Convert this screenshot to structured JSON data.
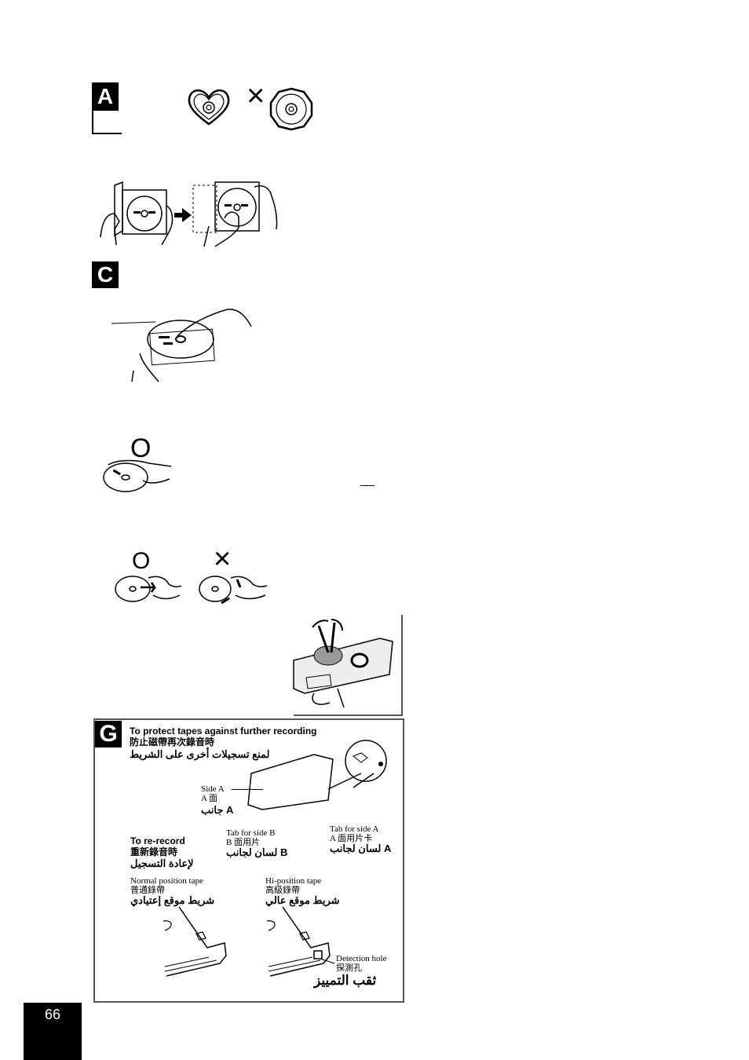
{
  "sections": {
    "a": {
      "badge": "A",
      "ok_mark": "",
      "ng_mark": "×"
    },
    "c": {
      "badge": "C"
    },
    "holding": {
      "ok_mark": "O"
    },
    "wiping": {
      "ok_mark": "O",
      "ng_mark": "×"
    },
    "g": {
      "badge": "G",
      "title_en": "To protect tapes against further recording",
      "title_zh": "防止磁帶再次錄音時",
      "title_ar": "لمنع تسجيلات أخرى على الشريط",
      "side_a_en": "Side A",
      "side_a_zh": "A 面",
      "side_a_ar": "جانب A",
      "rerecord_en": "To re-record",
      "rerecord_zh": "重新錄音時",
      "rerecord_ar": "لإعادة التسجيل",
      "tab_b_en": "Tab for side B",
      "tab_b_zh": "B 面用片",
      "tab_b_ar": "لسان لجانب B",
      "tab_a_en": "Tab for side A",
      "tab_a_zh": "A 面用片卡",
      "tab_a_ar": "لسان لجانب A",
      "normal_en": "Normal position tape",
      "normal_zh": "普通錄帶",
      "normal_ar": "شريط موقع إعتيادي",
      "hi_en": "Hi-position tape",
      "hi_zh": "高級錄帶",
      "hi_ar": "شريط موقع عالي",
      "detect_en": "Detection hole",
      "detect_zh": "探測孔",
      "detect_ar": "ثقب التمييز"
    }
  },
  "page_number": "66",
  "colors": {
    "ink": "#000000",
    "paper": "#ffffff",
    "panel_border": "#555555"
  }
}
